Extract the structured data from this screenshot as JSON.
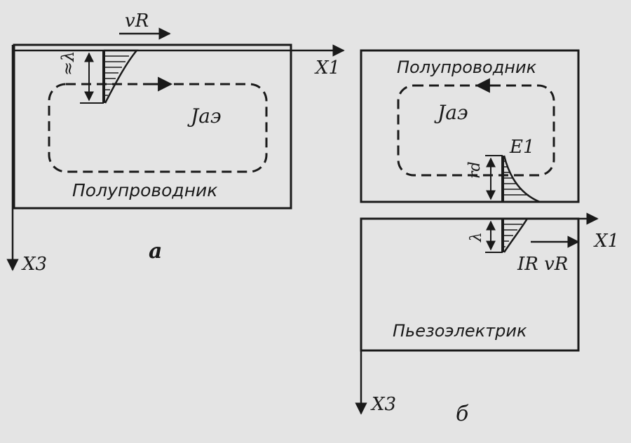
{
  "figure_a": {
    "velocity_label": "vR",
    "axis_x_label": "X1",
    "axis_z_label": "X3",
    "depth_label": "≈λ",
    "current_label": "Jaэ",
    "material_label": "Полупроводник",
    "panel_caption": "а"
  },
  "figure_b": {
    "semiconductor_label": "Полупроводник",
    "current_label": "Jaэ",
    "field_label": "E1",
    "semiconductor_depth_label": "rd",
    "wave_depth_label": "λ",
    "axis_x_label": "X1",
    "wave_label": "IR vR",
    "piezo_label": "Пьезоэлектрик",
    "axis_z_label": "X3",
    "panel_caption": "б"
  },
  "colors": {
    "ink": "#1a1a1a",
    "paper": "#e4e4e4"
  }
}
